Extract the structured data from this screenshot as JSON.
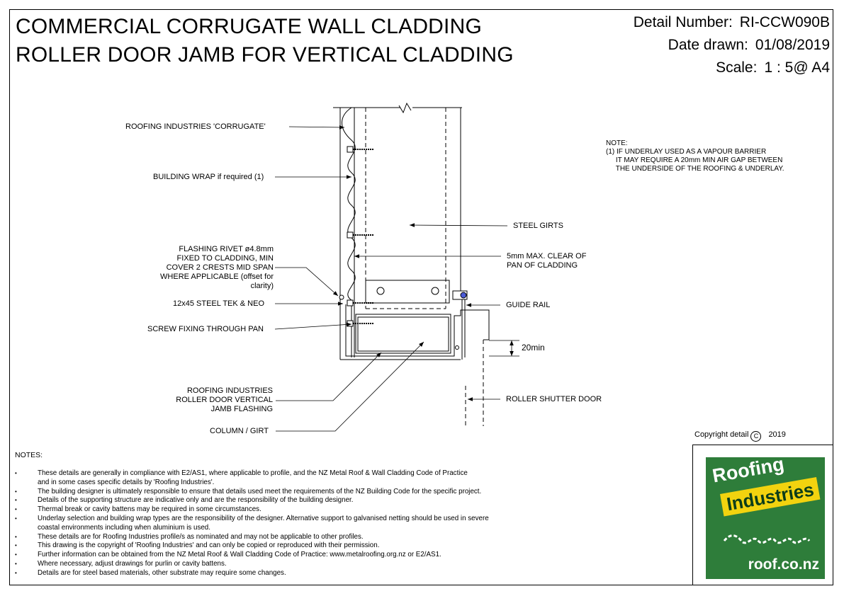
{
  "header": {
    "title_line1": "COMMERCIAL CORRUGATE WALL CLADDING",
    "title_line2": "ROLLER DOOR JAMB FOR VERTICAL CLADDING",
    "detail_number_label": "Detail Number:",
    "detail_number": "RI-CCW090B",
    "date_label": "Date drawn:",
    "date": "01/08/2019",
    "scale_label": "Scale:",
    "scale": "1 : 5@ A4"
  },
  "labels": {
    "corrugate": "ROOFING INDUSTRIES 'CORRUGATE'",
    "building_wrap": "BUILDING WRAP if required (1)",
    "flashing_rivet_1": "FLASHING RIVET ø4.8mm",
    "flashing_rivet_2": "FIXED TO CLADDING, MIN",
    "flashing_rivet_3": "COVER 2 CRESTS MID SPAN",
    "flashing_rivet_4": "WHERE APPLICABLE (offset for",
    "flashing_rivet_5": "clarity)",
    "tek": "12x45 STEEL TEK & NEO",
    "screw_fixing": "SCREW FIXING THROUGH PAN",
    "jamb_flashing_1": "ROOFING INDUSTRIES",
    "jamb_flashing_2": "ROLLER DOOR VERTICAL",
    "jamb_flashing_3": "JAMB FLASHING",
    "column": "COLUMN / GIRT",
    "steel_girts": "STEEL GIRTS",
    "clear_1": "5mm MAX. CLEAR OF",
    "clear_2": "PAN OF CLADDING",
    "guide_rail": "GUIDE RAIL",
    "min_20": "20min",
    "roller_door": "ROLLER SHUTTER DOOR"
  },
  "side_note": "NOTE:\n(1) IF UNDERLAY USED AS A VAPOUR BARRIER\n     IT MAY REQUIRE A 20mm MIN AIR GAP BETWEEN\n     THE UNDERSIDE OF THE ROOFING & UNDERLAY.",
  "notes": {
    "heading": "NOTES:",
    "items": [
      "These details are generally in compliance with E2/AS1, where applicable to profile, and the NZ Metal Roof & Wall Cladding Code of Practice",
      "and in some cases specific details by 'Roofing Industries'.",
      "The building designer is ultimately responsible to ensure that details used meet the requirements of the NZ Building Code for the specific project.",
      "Details of the supporting structure are indicative only and are the responsibility of the building designer.",
      "Thermal break or cavity battens may be required in some circumstances.",
      "Underlay selection and building wrap types are the responsibility of the designer. Alternative support to galvanised netting should be used in severe",
      "coastal environments including when aluminium is used.",
      "These details are for Roofing Industries profile/s as nominated and may not be applicable to other profiles.",
      "This drawing is the copyright of 'Roofing Industries' and can only be copied or reproduced with their permission.",
      "Further information can be obtained from the NZ Metal Roof & Wall Cladding Code of Practice: www.metalroofing.org.nz or E2/AS1.",
      "Where necessary, adjust drawings for purlin or cavity battens.",
      "Details are for steel based materials, other substrate may require some changes."
    ]
  },
  "copyright": {
    "text": "Copyright detail",
    "symbol": "C",
    "year": "2019"
  },
  "logo": {
    "word1": "Roofing",
    "word2": "Industries",
    "url": "roof.co.nz",
    "green": "#2e7d3a",
    "yellow": "#f2d30f"
  }
}
